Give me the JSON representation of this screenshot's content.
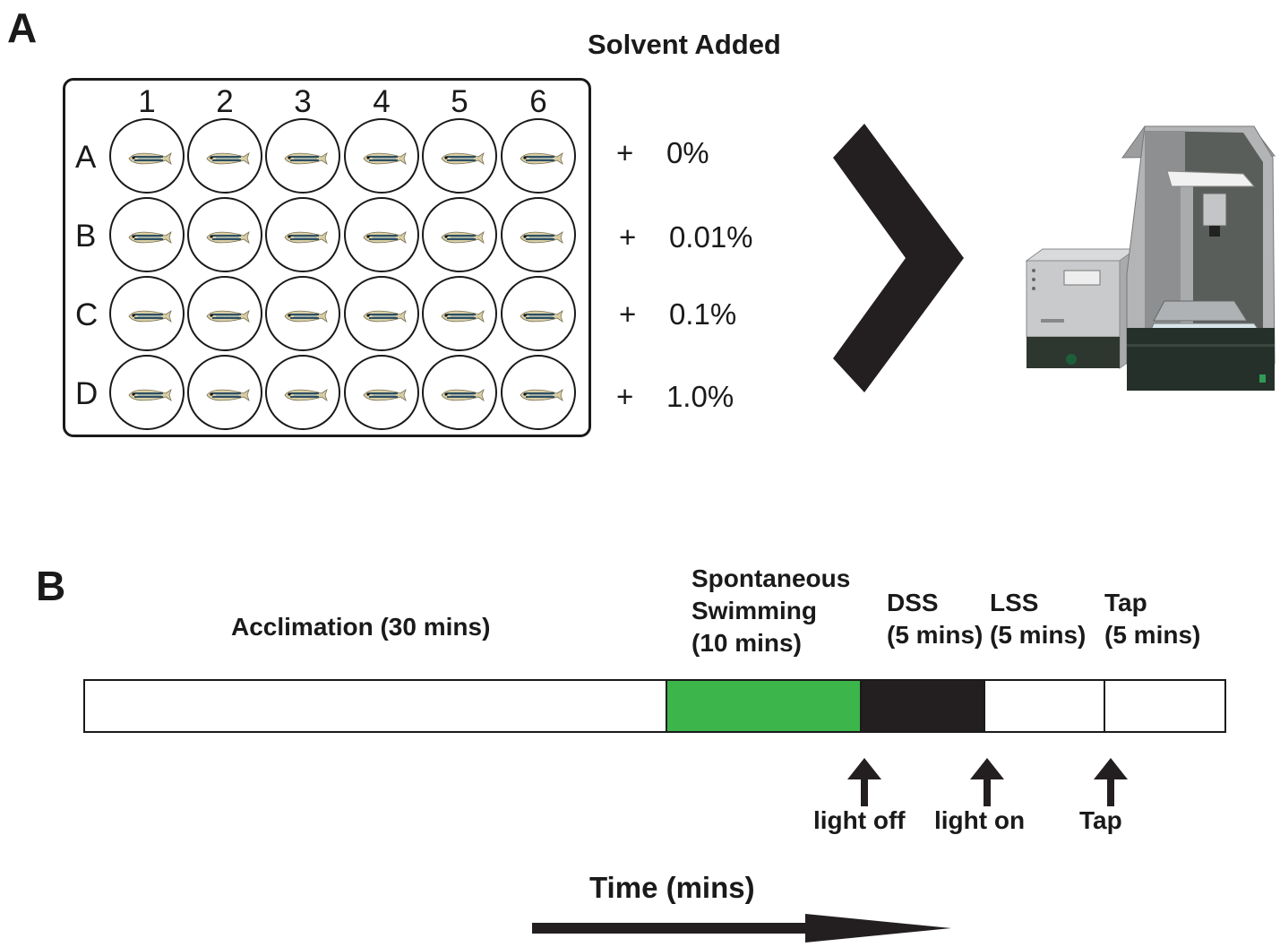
{
  "panel_a": {
    "label": "A",
    "title": "Solvent Added",
    "columns": [
      "1",
      "2",
      "3",
      "4",
      "5",
      "6"
    ],
    "rows": [
      "A",
      "B",
      "C",
      "D"
    ],
    "concentrations": [
      "+    0%",
      "+    0.01%",
      "+    0.1%",
      "+    1.0%"
    ],
    "well_icon": "zebrafish-larva-icon",
    "instrument_icon": "danio-vision-tracking-system-icon"
  },
  "panel_b": {
    "label": "B",
    "phases": [
      {
        "name": "Acclimation (30 mins)",
        "minutes": 30,
        "color": "#ffffff"
      },
      {
        "name": "Spontaneous Swimming (10 mins)",
        "line1": "Spontaneous",
        "line2": "Swimming",
        "line3": "(10 mins)",
        "minutes": 10,
        "color": "#3cb54a"
      },
      {
        "name": "DSS (5 mins)",
        "line1": "DSS",
        "line2": "(5 mins)",
        "minutes": 5,
        "color": "#231f20"
      },
      {
        "name": "LSS (5 mins)",
        "line1": "LSS",
        "line2": "(5 mins)",
        "minutes": 5,
        "color": "#ffffff"
      },
      {
        "name": "Tap (5 mins)",
        "line1": "Tap",
        "line2": "(5 mins)",
        "minutes": 5,
        "color": "#ffffff"
      }
    ],
    "events": [
      "light off",
      "light on",
      "Tap"
    ],
    "time_axis_label": "Time (mins)"
  }
}
